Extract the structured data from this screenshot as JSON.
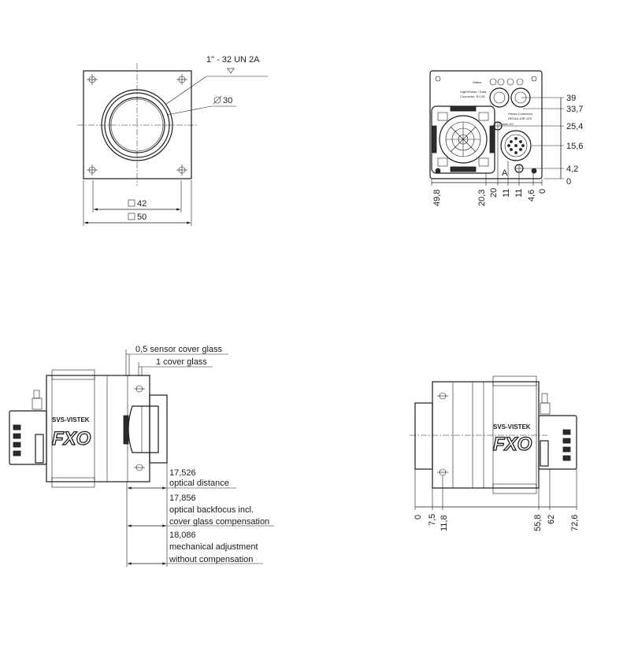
{
  "front_view": {
    "thread_label": "1\" - 32 UN 2A",
    "diameter_value": "30",
    "inner_square": "42",
    "outer_square": "50"
  },
  "rear_view": {
    "right_dims": [
      "39",
      "33,7",
      "25,4",
      "15,6",
      "4,2",
      "0"
    ],
    "bottom_dims": [
      "49,8",
      "20,3",
      "20",
      "11",
      "11",
      "4,6",
      "0"
    ],
    "marker_label": "A",
    "tiny_labels": {
      "status": "Status",
      "gige_conn": "GigE/Power / Data",
      "gige_conn_2": "Connector: RJ-45",
      "hirose_conn": "Hirose Connector",
      "hirose_conn_2": "HR10A-10R-12S",
      "power_io": "Power I/O"
    }
  },
  "side_view_left": {
    "brand": "SVS-VISTEK",
    "model": "FXO",
    "sensor_glass": "0,5 sensor cover glass",
    "cover_glass": "1  cover glass",
    "optical_distance_value": "17,526",
    "optical_distance_label": "optical distance",
    "backfocus_value": "17,856",
    "backfocus_label_1": "optical backfocus incl.",
    "backfocus_label_2": "cover glass compensation",
    "mechanical_value": "18,086",
    "mechanical_label_1": "mechanical adjustment",
    "mechanical_label_2": "without compensation"
  },
  "side_view_right": {
    "brand": "SVS-VISTEK",
    "model": "FXO",
    "bottom_dims": [
      "0",
      "7,5",
      "11,8",
      "55,8",
      "62",
      "72,6"
    ]
  }
}
